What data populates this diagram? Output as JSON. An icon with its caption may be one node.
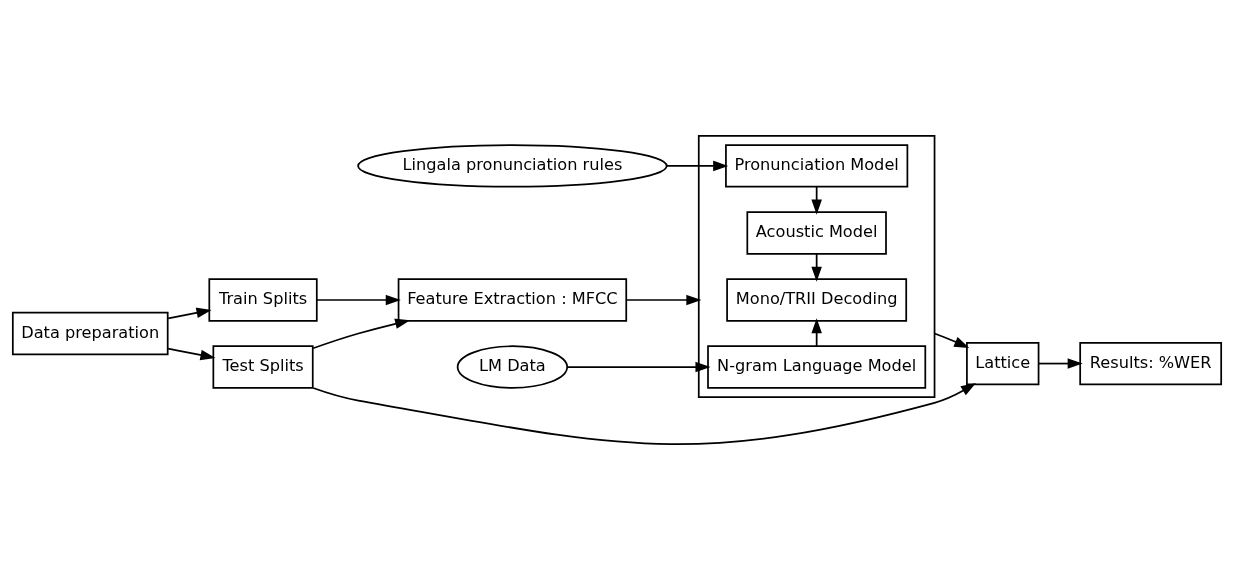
{
  "diagram": {
    "nodes": [
      {
        "text": [
          "Lingala pronunciation rules"
        ]
      },
      {
        "text": [],
        "shape": "box"
      },
      {
        "text": [
          "Pronunciation Model"
        ],
        "in": 1
      },
      {
        "text": [
          "Acoustic Model"
        ],
        "in": 1
      },
      {
        "text": [
          "Mono/TRII Decoding"
        ],
        "in": 1
      },
      {
        "text": [
          "N-gram Language Model"
        ],
        "in": 1
      },
      {
        "text": [
          "Train Splits"
        ]
      },
      {
        "text": [
          "Data preparation"
        ]
      },
      {
        "text": [
          "Feature Extraction : MFCC"
        ]
      },
      {
        "text": [
          "Test Splits"
        ]
      },
      {
        "text": [
          "LM Data"
        ]
      },
      {
        "text": [
          "Lattice"
        ]
      },
      {
        "text": [
          "Results: %WER"
        ]
      }
    ],
    "edges": [
      {
        "from": 0,
        "to": 2,
        "arrow": "to"
      },
      {
        "from": 7,
        "to": 6,
        "arrow": "to"
      },
      {
        "from": 7,
        "to": 9,
        "arrow": "to"
      },
      {
        "from": 6,
        "to": 8,
        "arrow": "to"
      },
      {
        "from": 9,
        "to": 8,
        "arrow": "to"
      },
      {
        "from": 8,
        "to": 1,
        "arrow": "to"
      },
      {
        "from": 2,
        "to": 3,
        "arrow": "to"
      },
      {
        "from": 3,
        "to": 4,
        "arrow": "to"
      },
      {
        "from": 5,
        "to": 4,
        "arrow": "to"
      },
      {
        "from": 10,
        "to": 5,
        "arrow": "to"
      },
      {
        "from": 1,
        "to": 11,
        "arrow": "to"
      },
      {
        "from": 9,
        "to": 11,
        "arrow": "to"
      },
      {
        "from": 11,
        "to": 12,
        "arrow": "to"
      }
    ]
  }
}
